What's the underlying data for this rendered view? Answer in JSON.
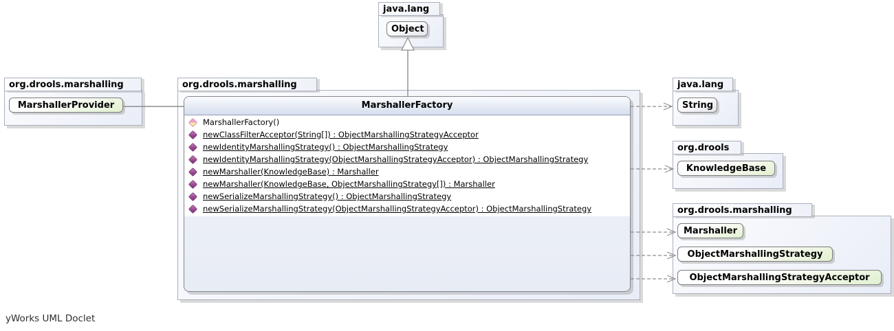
{
  "footer": "yWorks UML Doclet",
  "packages": {
    "java_lang_top": {
      "name": "java.lang"
    },
    "left": {
      "name": "org.drools.marshalling"
    },
    "center": {
      "name": "org.drools.marshalling"
    },
    "java_lang_right": {
      "name": "java.lang"
    },
    "org_drools": {
      "name": "org.drools"
    },
    "right_bottom": {
      "name": "org.drools.marshalling"
    }
  },
  "classes": {
    "object": {
      "name": "Object",
      "stereotype": "class"
    },
    "marshaller_provider": {
      "name": "MarshallerProvider",
      "stereotype": "interface"
    },
    "string": {
      "name": "String",
      "stereotype": "class"
    },
    "knowledge_base": {
      "name": "KnowledgeBase",
      "stereotype": "interface"
    },
    "marshaller": {
      "name": "Marshaller",
      "stereotype": "interface"
    },
    "object_marshalling_strategy": {
      "name": "ObjectMarshallingStrategy",
      "stereotype": "interface"
    },
    "object_marshalling_strategy_acceptor": {
      "name": "ObjectMarshallingStrategyAcceptor",
      "stereotype": "interface"
    }
  },
  "main_class": {
    "name": "MarshallerFactory",
    "members": [
      {
        "kind": "constructor",
        "label": "MarshallerFactory()",
        "static": false
      },
      {
        "kind": "method",
        "label": "newClassFilterAcceptor(String[]) : ObjectMarshallingStrategyAcceptor",
        "static": true
      },
      {
        "kind": "method",
        "label": "newIdentityMarshallingStrategy() : ObjectMarshallingStrategy",
        "static": true
      },
      {
        "kind": "method",
        "label": "newIdentityMarshallingStrategy(ObjectMarshallingStrategyAcceptor) : ObjectMarshallingStrategy",
        "static": true
      },
      {
        "kind": "method",
        "label": "newMarshaller(KnowledgeBase) : Marshaller",
        "static": true
      },
      {
        "kind": "method",
        "label": "newMarshaller(KnowledgeBase, ObjectMarshallingStrategy[]) : Marshaller",
        "static": true
      },
      {
        "kind": "method",
        "label": "newSerializeMarshallingStrategy() : ObjectMarshallingStrategy",
        "static": true
      },
      {
        "kind": "method",
        "label": "newSerializeMarshallingStrategy(ObjectMarshallingStrategyAcceptor) : ObjectMarshallingStrategy",
        "static": true
      }
    ]
  },
  "edges": [
    {
      "from": "MarshallerFactory",
      "to": "Object",
      "type": "extends"
    },
    {
      "from": "MarshallerProvider",
      "to": "MarshallerFactory",
      "type": "association"
    },
    {
      "from": "MarshallerFactory",
      "to": "String",
      "type": "dependency"
    },
    {
      "from": "MarshallerFactory",
      "to": "KnowledgeBase",
      "type": "dependency"
    },
    {
      "from": "MarshallerFactory",
      "to": "Marshaller",
      "type": "dependency"
    },
    {
      "from": "MarshallerFactory",
      "to": "ObjectMarshallingStrategy",
      "type": "dependency"
    },
    {
      "from": "MarshallerFactory",
      "to": "ObjectMarshallingStrategyAcceptor",
      "type": "dependency"
    }
  ],
  "colors": {
    "interface_fill": "#e2f0d0",
    "class_fill": "#e2e2ea",
    "header_fill": "#d5deee",
    "package_fill": "#e9edf7",
    "edge": "#8e8e8e",
    "method_icon": "#8c3f86",
    "constructor_icon_pink": "#f2a0cc",
    "constructor_icon_yellow": "#f7ee9a"
  }
}
